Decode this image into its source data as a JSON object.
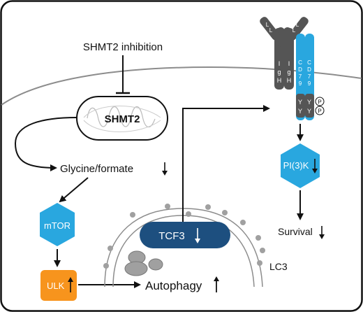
{
  "labels": {
    "inhibition": "SHMT2 inhibition",
    "shmt2": "SHMT2",
    "glycine_formate": "Glycine/formate",
    "mtor": "mTOR",
    "ulk": "ULK",
    "tcf3": "TCF3",
    "autophagy": "Autophagy",
    "lc3": "LC3",
    "pi3k": "PI(3)K",
    "survival": "Survival"
  },
  "receptor": {
    "igh_left": [
      "I",
      "g",
      "H"
    ],
    "igh_right": [
      "I",
      "g",
      "H"
    ],
    "cd79_left": [
      "C",
      "D",
      "7",
      "9"
    ],
    "cd79_right": [
      "C",
      "D",
      "7",
      "9"
    ],
    "itam_left": [
      "Y",
      "Y"
    ],
    "itam_right": [
      "Y",
      "Y"
    ],
    "light_chain": [
      "L",
      "L",
      "L",
      "L"
    ],
    "phospho": [
      "P",
      "P"
    ]
  },
  "trends": {
    "glycine_formate": "down",
    "ulk": "up",
    "tcf3": "down",
    "autophagy": "up",
    "pi3k": "down",
    "survival": "down"
  },
  "colors": {
    "frame": "#111111",
    "membrane": "#8c8c8c",
    "receptor_dark": "#555555",
    "cd79_blue": "#29a7df",
    "mtor_blue": "#29a7df",
    "ulk_orange": "#f7941d",
    "tcf3_navy": "#1d4f7f",
    "vesicle_gray": "#a0a0a0"
  }
}
